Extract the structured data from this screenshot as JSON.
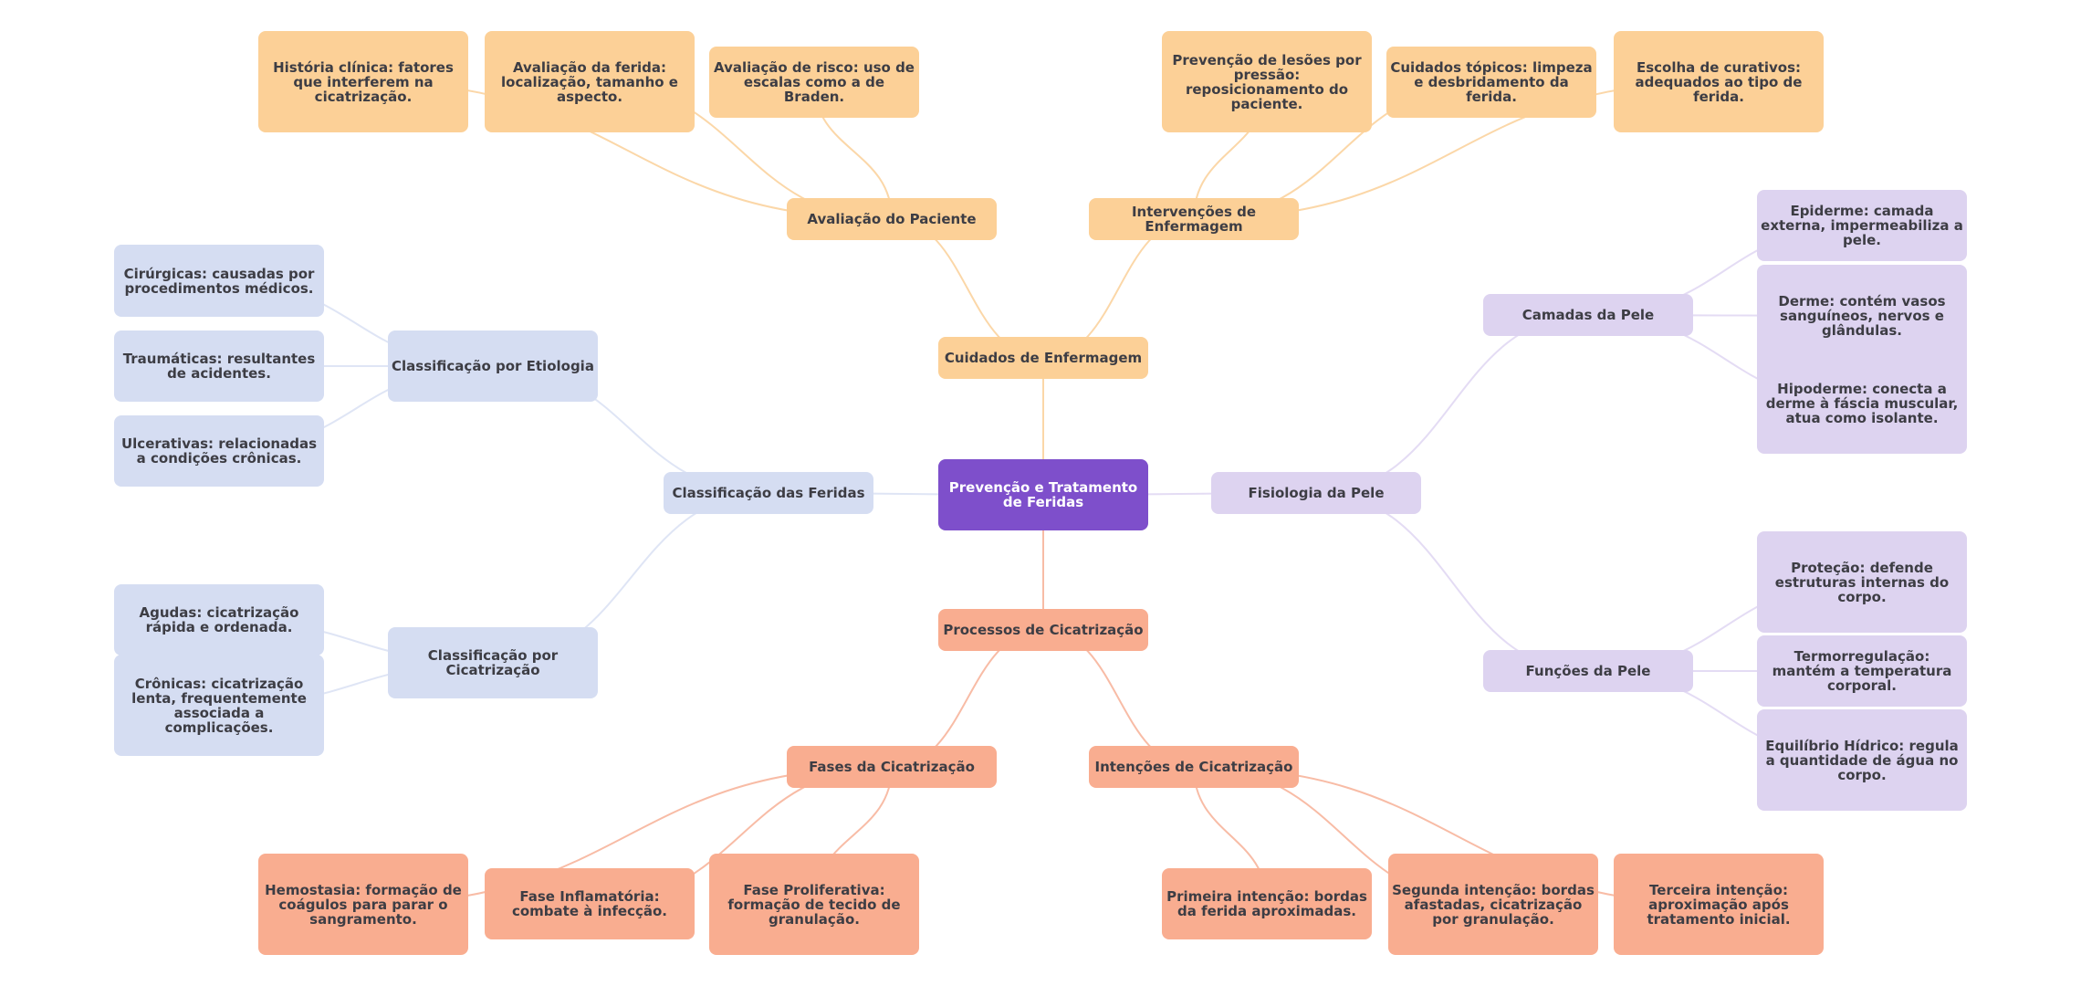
{
  "title": "Prevenção e Tratamento de Feridas",
  "colors": {
    "root": "#7e4fcb",
    "cuidados_branch": "#fcd097",
    "classificacao_branch": "#d5ddf2",
    "fisiologia_branch": "#ddd3f0",
    "processos_branch": "#f9ad90",
    "text": "#3d3d44",
    "root_text": "#ffffff"
  },
  "root": {
    "label": "Prevenção e Tratamento de Feridas"
  },
  "branches": {
    "cuidados": {
      "label": "Cuidados de Enfermagem",
      "children": {
        "avaliacao": {
          "label": "Avaliação do Paciente",
          "leaves": [
            "História clínica: fatores que interferem na cicatrização.",
            "Avaliação da ferida: localização, tamanho e aspecto.",
            "Avaliação de risco: uso de escalas como a de Braden."
          ]
        },
        "intervencoes": {
          "label": "Intervenções de Enfermagem",
          "leaves": [
            "Prevenção de lesões por pressão: reposicionamento do paciente.",
            "Cuidados tópicos: limpeza e desbridamento da ferida.",
            "Escolha de curativos: adequados ao tipo de ferida."
          ]
        }
      }
    },
    "classificacao": {
      "label": "Classificação das Feridas",
      "children": {
        "etiologia": {
          "label": "Classificação por Etiologia",
          "leaves": [
            "Cirúrgicas: causadas por procedimentos médicos.",
            "Traumáticas: resultantes de acidentes.",
            "Ulcerativas: relacionadas a condições crônicas."
          ]
        },
        "cicatrizacao": {
          "label": "Classificação por Cicatrização",
          "leaves": [
            "Agudas: cicatrização rápida e ordenada.",
            "Crônicas: cicatrização lenta, frequentemente associada a complicações."
          ]
        }
      }
    },
    "fisiologia": {
      "label": "Fisiologia da Pele",
      "children": {
        "camadas": {
          "label": "Camadas da Pele",
          "leaves": [
            "Epiderme: camada externa, impermeabiliza a pele.",
            "Derme: contém vasos sanguíneos, nervos e glândulas.",
            "Hipoderme: conecta a derme à fáscia muscular, atua como isolante."
          ]
        },
        "funcoes": {
          "label": "Funções da Pele",
          "leaves": [
            "Proteção: defende estruturas internas do corpo.",
            "Termorregulação: mantém a temperatura corporal.",
            "Equilíbrio Hídrico: regula a quantidade de água no corpo."
          ]
        }
      }
    },
    "processos": {
      "label": "Processos de Cicatrização",
      "children": {
        "fases": {
          "label": "Fases da Cicatrização",
          "leaves": [
            "Hemostasia: formação de coágulos para parar o sangramento.",
            "Fase Inflamatória: combate à infecção.",
            "Fase Proliferativa: formação de tecido de granulação."
          ]
        },
        "intencoes": {
          "label": "Intenções de Cicatrização",
          "leaves": [
            "Primeira intenção: bordas da ferida aproximadas.",
            "Segunda intenção: bordas afastadas, cicatrização por granulação.",
            "Terceira intenção: aproximação após tratamento inicial."
          ]
        }
      }
    }
  }
}
